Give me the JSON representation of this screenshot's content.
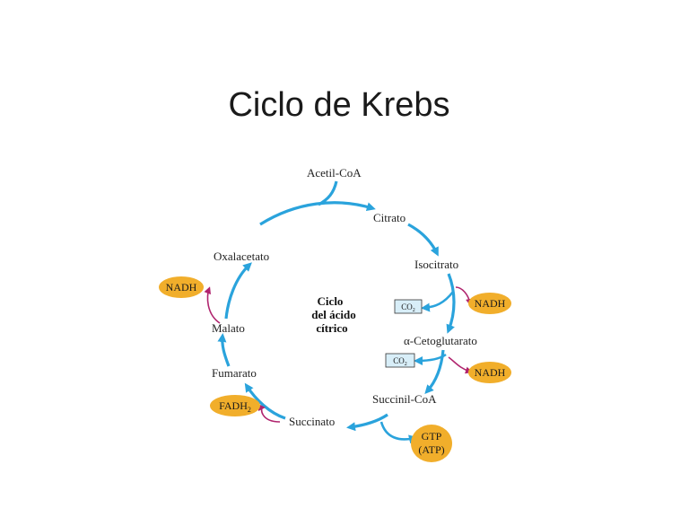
{
  "title": "Ciclo de Krebs",
  "center": [
    "Ciclo",
    "del ácido",
    "cítrico"
  ],
  "metabolites": {
    "acetil_coa": "Acetil-CoA",
    "citrato": "Citrato",
    "isocitrato": "Isocitrato",
    "cetoglutarato": "α-Cetoglutarato",
    "succinil_coa": "Succinil-CoA",
    "succinato": "Succinato",
    "fumarato": "Fumarato",
    "malato": "Malato",
    "oxalacetato": "Oxalacetato"
  },
  "products": {
    "nadh_1": "NADH",
    "nadh_2": "NADH",
    "nadh_3": "NADH",
    "fadh2_base": "FADH",
    "fadh2_sub": "2",
    "gtp": "GTP",
    "atp": "(ATP)",
    "co2_1_base": "CO",
    "co2_1_sub": "2",
    "co2_2_base": "CO",
    "co2_2_sub": "2"
  },
  "colors": {
    "cycle_arrow": "#2aa3dc",
    "cofactor_arrow": "#b0246e",
    "badge_fill": "#f1ae2b",
    "co2_box": "#d8eef8"
  }
}
